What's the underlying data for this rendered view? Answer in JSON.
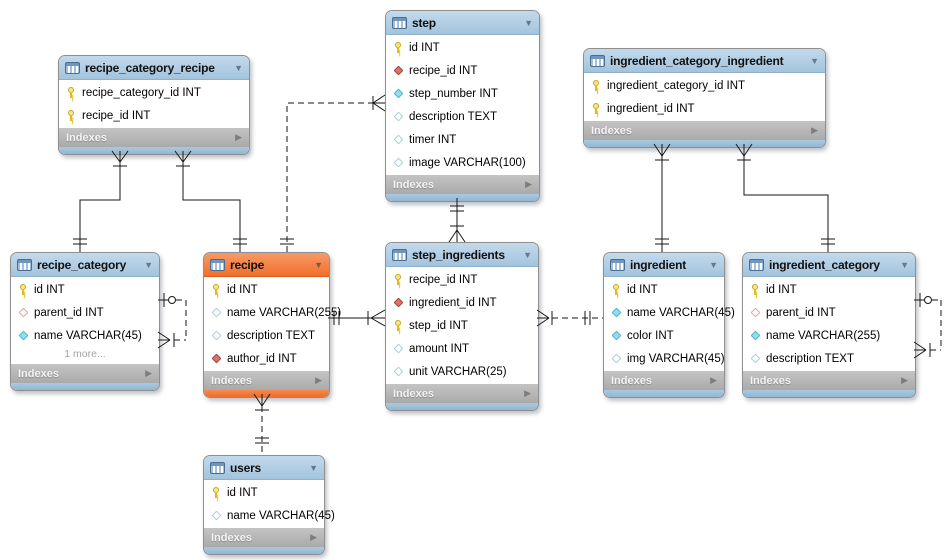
{
  "labels": {
    "indexes": "Indexes",
    "more": "1 more...",
    "collapse_arrow": "▼",
    "expand_arrow": "▶"
  },
  "colors": {
    "canvas": "#ffffff",
    "table_header_blue": "#aecce4",
    "table_header_orange": "#f3762f",
    "footer_gray": "#b3b3b3",
    "primary_key_icon": "#e9c63a",
    "foreign_key_icon": "#d9736b",
    "not_null_icon": "#8fdfee",
    "line": "#161616"
  },
  "tables": [
    {
      "name": "recipe_category_recipe",
      "accent": "blue",
      "columns": [
        {
          "flag": "primary-key",
          "text": "recipe_category_id INT"
        },
        {
          "flag": "primary-key",
          "text": "recipe_id INT"
        }
      ]
    },
    {
      "name": "step",
      "accent": "blue",
      "columns": [
        {
          "flag": "primary-key",
          "text": "id INT"
        },
        {
          "flag": "foreign-key",
          "text": "recipe_id INT"
        },
        {
          "flag": "not-null",
          "text": "step_number INT"
        },
        {
          "flag": "nullable",
          "text": "description TEXT"
        },
        {
          "flag": "nullable",
          "text": "timer INT"
        },
        {
          "flag": "nullable",
          "text": "image VARCHAR(100)"
        }
      ]
    },
    {
      "name": "ingredient_category_ingredient",
      "accent": "blue",
      "columns": [
        {
          "flag": "primary-key",
          "text": "ingredient_category_id INT"
        },
        {
          "flag": "primary-key",
          "text": "ingredient_id INT"
        }
      ]
    },
    {
      "name": "recipe_category",
      "accent": "blue",
      "more": "1 more...",
      "columns": [
        {
          "flag": "primary-key",
          "text": "id INT"
        },
        {
          "flag": "foreign-key-nullable",
          "text": "parent_id INT"
        },
        {
          "flag": "not-null",
          "text": "name VARCHAR(45)"
        }
      ]
    },
    {
      "name": "recipe",
      "accent": "orange",
      "columns": [
        {
          "flag": "primary-key",
          "text": "id INT"
        },
        {
          "flag": "nullable",
          "text": "name VARCHAR(255)"
        },
        {
          "flag": "nullable",
          "text": "description TEXT"
        },
        {
          "flag": "foreign-key",
          "text": "author_id INT"
        }
      ]
    },
    {
      "name": "step_ingredients",
      "accent": "blue",
      "columns": [
        {
          "flag": "primary-key",
          "text": "recipe_id INT"
        },
        {
          "flag": "foreign-key",
          "text": "ingredient_id INT"
        },
        {
          "flag": "primary-key",
          "text": "step_id INT"
        },
        {
          "flag": "nullable",
          "text": "amount INT"
        },
        {
          "flag": "nullable",
          "text": "unit VARCHAR(25)"
        }
      ]
    },
    {
      "name": "ingredient",
      "accent": "blue",
      "columns": [
        {
          "flag": "primary-key",
          "text": "id INT"
        },
        {
          "flag": "not-null",
          "text": "name VARCHAR(45)"
        },
        {
          "flag": "not-null",
          "text": "color INT"
        },
        {
          "flag": "nullable",
          "text": "img VARCHAR(45)"
        }
      ]
    },
    {
      "name": "ingredient_category",
      "accent": "blue",
      "columns": [
        {
          "flag": "primary-key",
          "text": "id INT"
        },
        {
          "flag": "foreign-key-nullable",
          "text": "parent_id INT"
        },
        {
          "flag": "not-null",
          "text": "name VARCHAR(255)"
        },
        {
          "flag": "nullable",
          "text": "description TEXT"
        }
      ]
    },
    {
      "name": "users",
      "accent": "blue",
      "columns": [
        {
          "flag": "primary-key",
          "text": "id INT"
        },
        {
          "flag": "nullable",
          "text": "name VARCHAR(45)"
        }
      ]
    }
  ],
  "relationships": [
    {
      "id": "recipe_category_recipe-recipe_category",
      "style": "solid-identifying",
      "many_end": "recipe_category_recipe",
      "one_end": "recipe_category"
    },
    {
      "id": "recipe_category_recipe-recipe",
      "style": "solid-identifying",
      "many_end": "recipe_category_recipe",
      "one_end": "recipe"
    },
    {
      "id": "step-step_ingredients",
      "style": "solid-identifying",
      "many_end": "step_ingredients",
      "one_end": "step"
    },
    {
      "id": "recipe-step",
      "style": "dashed-non-identifying",
      "many_end": "step",
      "one_end": "recipe"
    },
    {
      "id": "recipe-step_ingredients",
      "style": "solid-identifying",
      "many_end": "step_ingredients",
      "one_end": "recipe"
    },
    {
      "id": "ingredient-step_ingredients",
      "style": "dashed-non-identifying",
      "many_end": "step_ingredients",
      "one_end": "ingredient"
    },
    {
      "id": "ingredient_category_ingredient-ingredient",
      "style": "solid-identifying",
      "many_end": "ingredient_category_ingredient",
      "one_end": "ingredient"
    },
    {
      "id": "ingredient_category_ingredient-ingredient_category",
      "style": "solid-identifying",
      "many_end": "ingredient_category_ingredient",
      "one_end": "ingredient_category"
    },
    {
      "id": "users-recipe",
      "style": "dashed-non-identifying",
      "many_end": "recipe",
      "one_end": "users"
    },
    {
      "id": "recipe_category-self",
      "style": "dashed-non-identifying",
      "many_end": "recipe_category",
      "one_end": "recipe_category"
    },
    {
      "id": "ingredient_category-self",
      "style": "dashed-non-identifying",
      "many_end": "ingredient_category",
      "one_end": "ingredient_category"
    }
  ]
}
